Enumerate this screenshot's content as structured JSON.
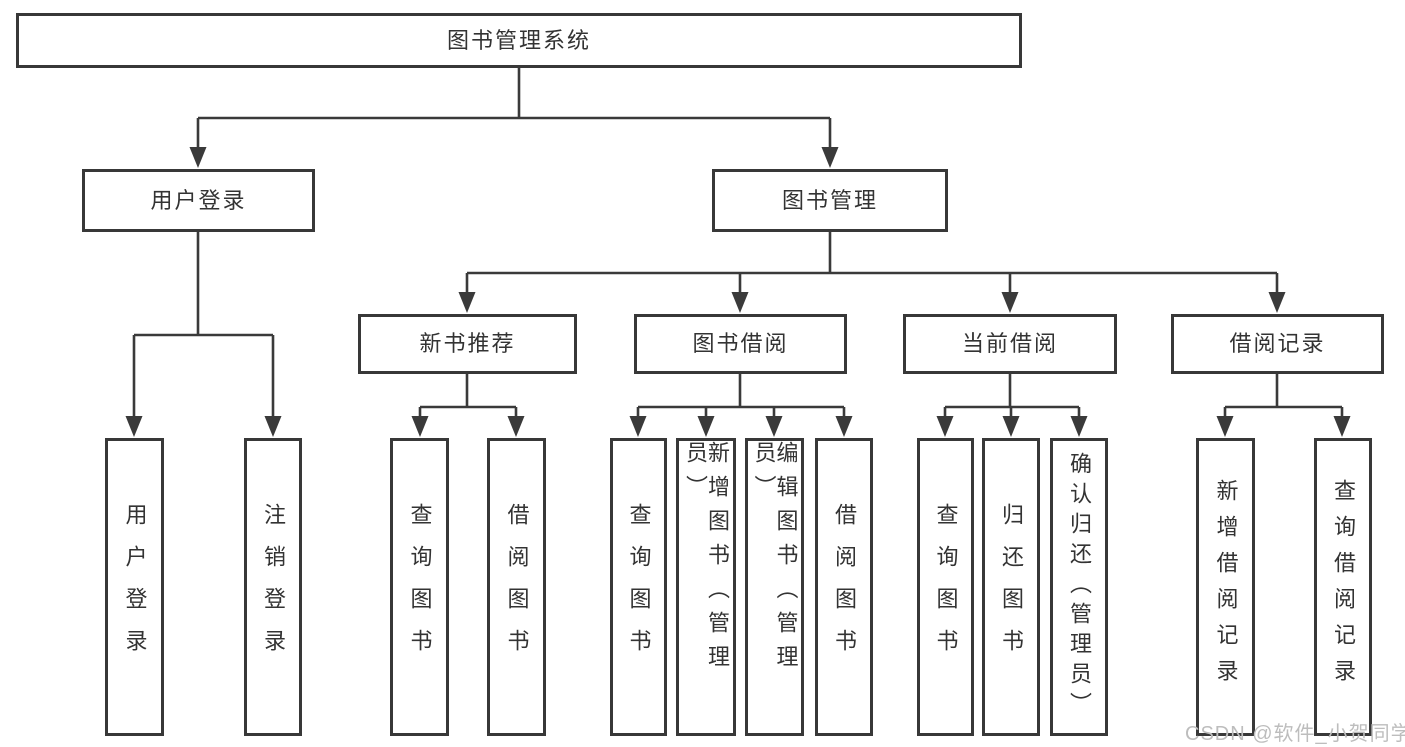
{
  "tree": {
    "label": "图书管理系统",
    "children": [
      {
        "label": "用户登录",
        "children": [
          {
            "label": "用户登录"
          },
          {
            "label": "注销登录"
          }
        ]
      },
      {
        "label": "图书管理",
        "children": [
          {
            "label": "新书推荐",
            "children": [
              {
                "label": "查询图书"
              },
              {
                "label": "借阅图书"
              }
            ]
          },
          {
            "label": "图书借阅",
            "children": [
              {
                "label": "查询图书"
              },
              {
                "label": "新增图书（管理员）"
              },
              {
                "label": "编辑图书（管理员）"
              },
              {
                "label": "借阅图书"
              }
            ]
          },
          {
            "label": "当前借阅",
            "children": [
              {
                "label": "查询图书"
              },
              {
                "label": "归还图书"
              },
              {
                "label": "确认归还（管理员）"
              }
            ]
          },
          {
            "label": "借阅记录",
            "children": [
              {
                "label": "新增借阅记录"
              },
              {
                "label": "查询借阅记录"
              }
            ]
          }
        ]
      }
    ]
  },
  "watermark": "CSDN @软件_小贺同学",
  "colors": {
    "line": "#3a3a3a",
    "box_border": "#383838",
    "text": "#333333",
    "watermark": "#bdbdbd",
    "background": "#ffffff"
  }
}
